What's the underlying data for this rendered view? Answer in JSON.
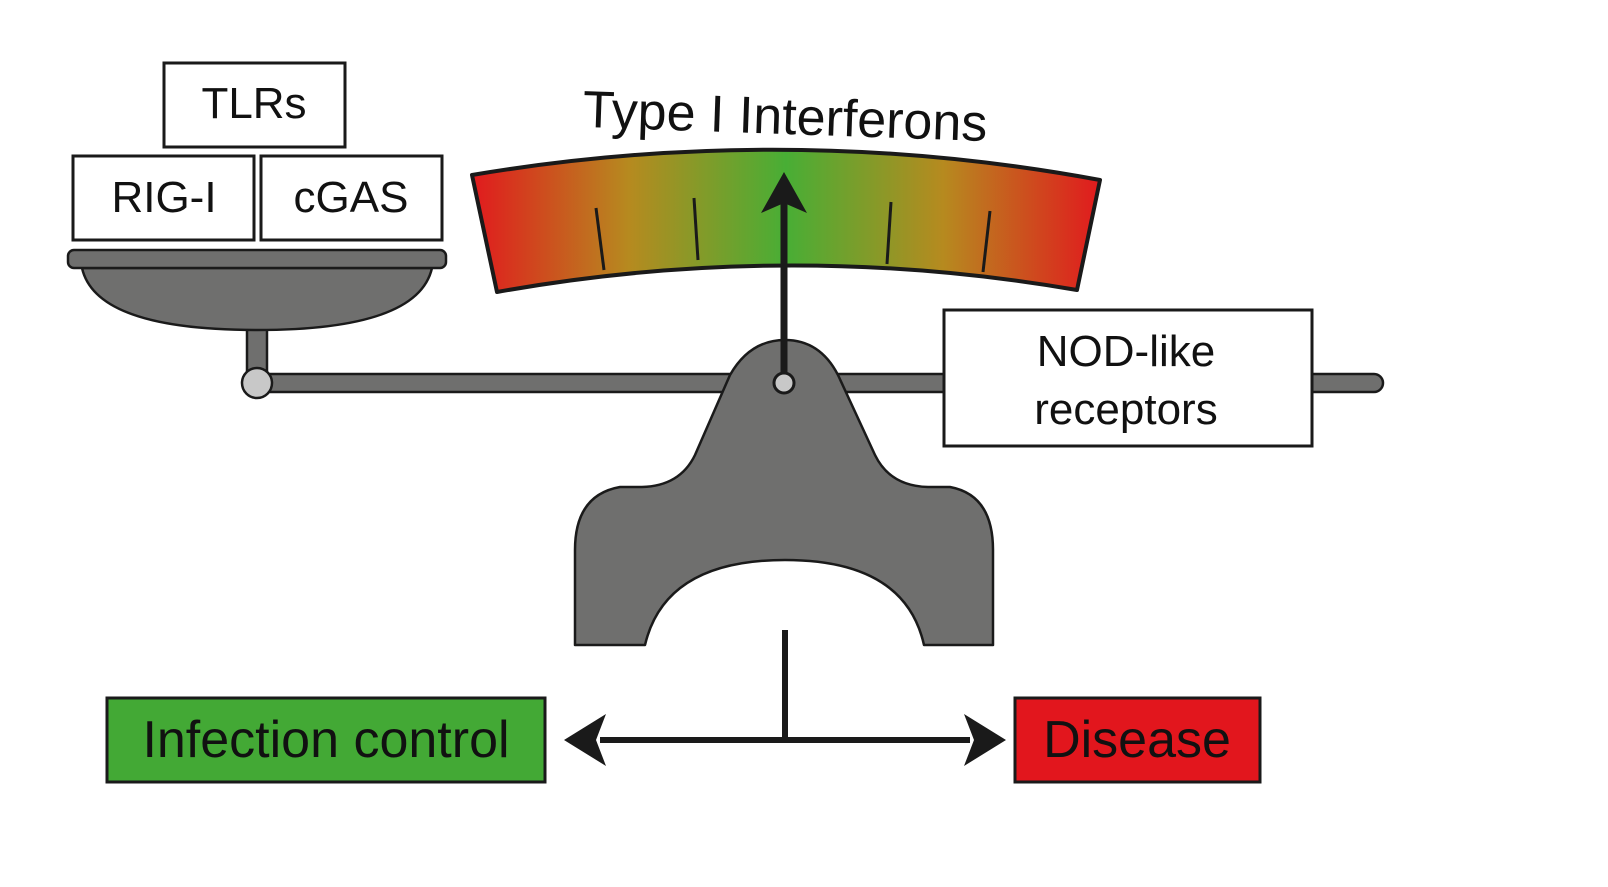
{
  "gauge": {
    "title": "Type I Interferons",
    "gradient": {
      "edge_color": "#e11a1e",
      "center_color": "#48ae35"
    },
    "needle_level": 0.5
  },
  "left_pan": {
    "boxes": {
      "top": "TLRs",
      "left": "RIG-I",
      "right": "cGAS"
    }
  },
  "right_weight": {
    "line1": "NOD-like",
    "line2": "receptors"
  },
  "outcomes": {
    "left": {
      "label": "Infection control",
      "color": "#43a935"
    },
    "right": {
      "label": "Disease",
      "color": "#e2161d"
    }
  },
  "colors": {
    "scale_body": "#6f6f6e",
    "outline": "#1a1a1a",
    "pivot": "#c8c8c8"
  }
}
